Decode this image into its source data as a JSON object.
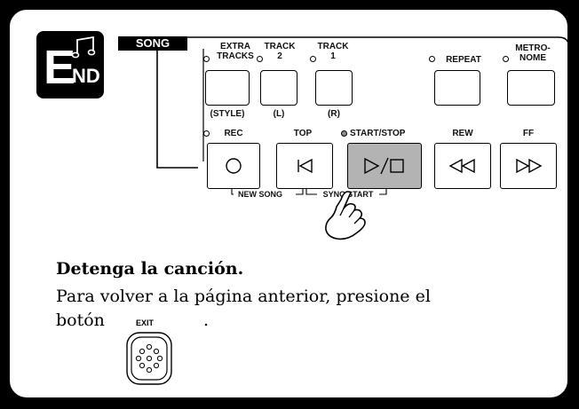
{
  "logo": {
    "big_letter": "E",
    "small_letters": "ND",
    "note_icon": "music-note-icon"
  },
  "panel": {
    "song_tab": "SONG",
    "upper_buttons": [
      {
        "line1": "EXTRA",
        "line2": "TRACKS",
        "sub": "(STYLE)"
      },
      {
        "line1": "TRACK",
        "line2": "2",
        "sub": "(L)"
      },
      {
        "line1": "TRACK",
        "line2": "1",
        "sub": "(R)"
      },
      {
        "line1": "",
        "line2": "REPEAT",
        "sub": ""
      },
      {
        "line1": "METRO-",
        "line2": "NOME",
        "sub": ""
      }
    ],
    "lower_buttons": [
      {
        "label": "REC",
        "icon": "record-icon"
      },
      {
        "label": "TOP",
        "icon": "skip-to-top-icon"
      },
      {
        "label": "START/STOP",
        "icon": "play-stop-icon",
        "active": true
      },
      {
        "label": "REW",
        "icon": "rewind-icon"
      },
      {
        "label": "FF",
        "icon": "fast-forward-icon"
      }
    ],
    "new_song": "NEW SONG",
    "sync_start": "SYNC START"
  },
  "instruction": {
    "heading": "Detenga la canción.",
    "line1": "Para volver a la página anterior, presione el",
    "line2": "botón",
    "line2_end": ".",
    "exit_label": "EXIT"
  }
}
